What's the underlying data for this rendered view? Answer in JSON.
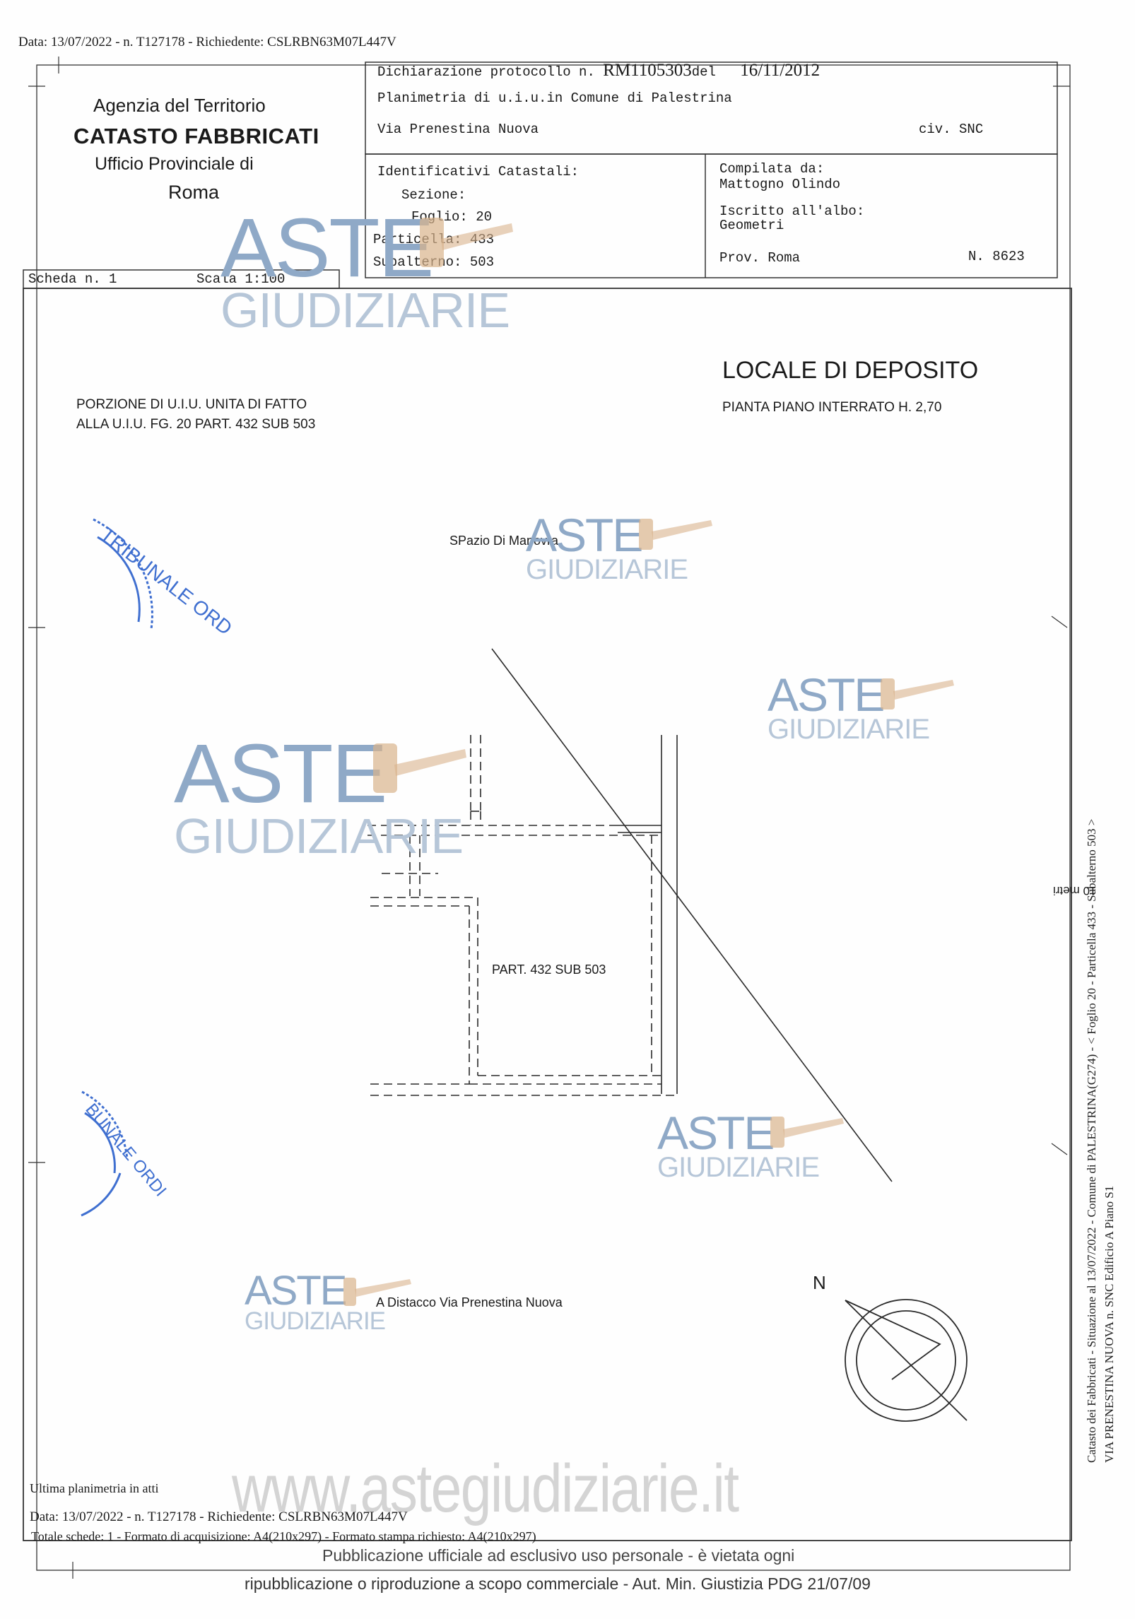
{
  "top_line": "Data: 13/07/2022 - n. T127178 - Richiedente: CSLRBN63M07L447V",
  "agency": {
    "line1": "Agenzia del Territorio",
    "line2": "CATASTO FABBRICATI",
    "line3": "Ufficio Provinciale di",
    "line4": "Roma"
  },
  "header": {
    "protocol_prefix": "Dichiarazione protocollo n.",
    "protocol_number": "RM1105303",
    "protocol_del": "del",
    "protocol_date": "16/11/2012",
    "planimetria": "Planimetria di u.i.u.in Comune di Palestrina",
    "address": "Via Prenestina Nuova",
    "civ": "civ. SNC"
  },
  "identificativi": {
    "title": "Identificativi Catastali:",
    "sezione": "Sezione:",
    "foglio": "Foglio: 20",
    "particella": "Particella: 433",
    "subalterno": "Subalterno: 503"
  },
  "compilata": {
    "label": "Compilata da:",
    "name": "Mattogno Olindo",
    "iscritto": "Iscritto all'albo:",
    "albo": "Geometri",
    "prov": "Prov. Roma",
    "numero": "N.  8623"
  },
  "scheda": {
    "scheda": "Scheda n. 1",
    "scala": "Scala 1:100"
  },
  "drawing": {
    "title": "LOCALE DI DEPOSITO",
    "subtitle": "PIANTA PIANO INTERRATO H. 2,70",
    "porzione_line1": "PORZIONE DI U.I.U. UNITA DI FATTO",
    "porzione_line2": "ALLA U.I.U. FG. 20 PART. 432 SUB 503",
    "spazio": "SPazio Di Manovra",
    "part_label": "PART. 432 SUB 503",
    "distacco": "A Distacco Via Prenestina Nuova",
    "north": "N",
    "scale_note": "10 metri"
  },
  "side_text": {
    "line1": "Catasto dei Fabbricati - Situazione al 13/07/2022 - Comune di PALESTRINA(G274) - < Foglio 20 - Particella 433 - Subalterno 503 >",
    "line2": "VIA PRENESTINA NUOVA n. SNC  Edificio A Piano S1"
  },
  "footer": {
    "ultima": "Ultima planimetria in atti",
    "data": "Data: 13/07/2022 - n. T127178 - Richiedente: CSLRBN63M07L447V",
    "totale": "Totale schede: 1 - Formato di acquisizione: A4(210x297)  - Formato stampa richiesto: A4(210x297)",
    "pub1": "Pubblicazione ufficiale ad esclusivo uso personale - è vietata ogni",
    "pub2": "ripubblicazione o riproduzione a scopo commerciale - Aut. Min. Giustizia PDG 21/07/09"
  },
  "watermark": {
    "aste": "ASTE",
    "giudiziarie": "GIUDIZIARIE",
    "url": "www.astegiudiziarie.it"
  },
  "stamp": {
    "text_top": "TRIBUNALE ORD",
    "text_bottom": "BUNALE ORDI"
  },
  "colors": {
    "ink": "#1a1a1a",
    "watermark_blue": "#8fa9c7",
    "watermark_light": "#b6c6d8",
    "stamp_blue": "#3f6fd0",
    "gavel": "#d9b38c"
  }
}
